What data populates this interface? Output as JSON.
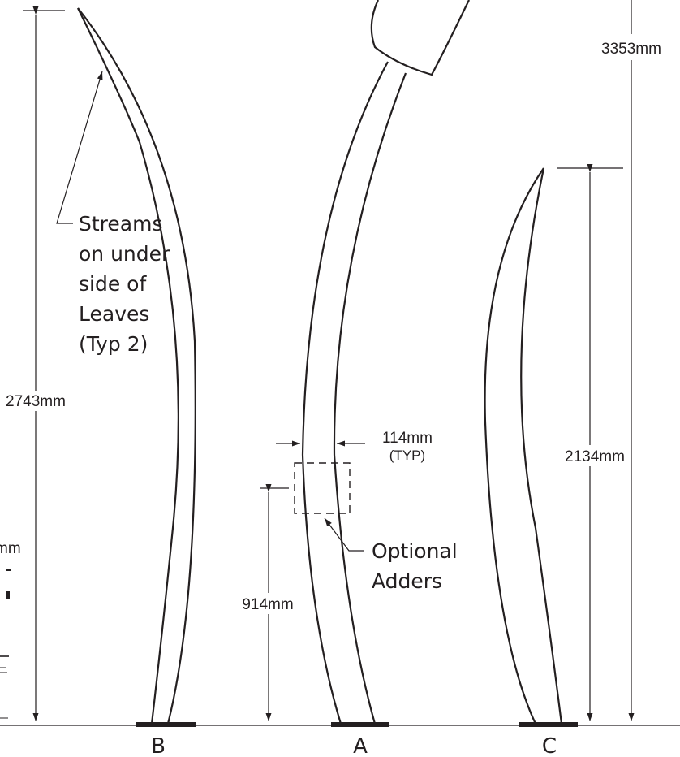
{
  "dimensions": {
    "overall_a": "3353mm",
    "leaf_b": "2743mm",
    "leaf_c": "2134mm",
    "adder_height": "914mm",
    "width": "114mm",
    "width_note": "(TYP)",
    "cutoff": "mm"
  },
  "notes": {
    "streams": [
      "Streams",
      "on under",
      "side of",
      "Leaves",
      "(Typ 2)"
    ],
    "adders": [
      "Optional",
      "Adders"
    ]
  },
  "labels": {
    "b": "B",
    "a": "A",
    "c": "C"
  },
  "colors": {
    "line": "#231f20",
    "background": "#ffffff"
  }
}
